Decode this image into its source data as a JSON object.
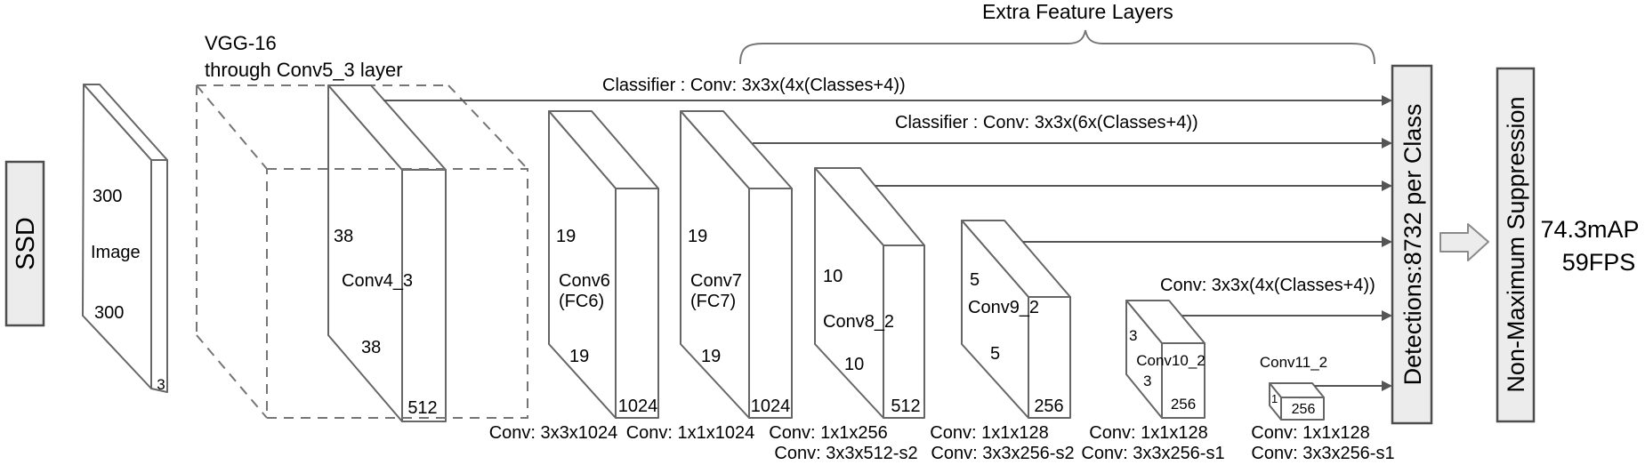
{
  "title": "SSD network architecture diagram",
  "colors": {
    "background": "#ffffff",
    "box_fill": "#ececec",
    "line": "#555555",
    "dashed_line": "#757575",
    "text": "#000000"
  },
  "branding": {
    "ssd_label": "SSD"
  },
  "backbone": {
    "vgg_title_line1": "VGG-16",
    "vgg_title_line2": "through Conv5_3 layer"
  },
  "header": {
    "extra_feature_layers": "Extra Feature Layers",
    "classifier_4x": "Classifier : Conv: 3x3x(4x(Classes+4))",
    "classifier_6x": "Classifier : Conv: 3x3x(6x(Classes+4))",
    "conv_4x": "Conv: 3x3x(4x(Classes+4))"
  },
  "image_layer": {
    "dim_top": "300",
    "name": "Image",
    "dim_bottom": "300",
    "depth": "3"
  },
  "layers": [
    {
      "name": "Conv4_3",
      "h": "38",
      "w": "38",
      "d": "512"
    },
    {
      "name": "Conv6",
      "sub": "(FC6)",
      "h": "19",
      "w": "19",
      "d": "1024",
      "op1": "Conv: 3x3x1024"
    },
    {
      "name": "Conv7",
      "sub": "(FC7)",
      "h": "19",
      "w": "19",
      "d": "1024",
      "op1": "Conv: 1x1x1024"
    },
    {
      "name": "Conv8_2",
      "h": "10",
      "w": "10",
      "d": "512",
      "op1": "Conv: 1x1x256",
      "op2": "Conv: 3x3x512-s2"
    },
    {
      "name": "Conv9_2",
      "h": "5",
      "w": "5",
      "d": "256",
      "op1": "Conv: 1x1x128",
      "op2": "Conv: 3x3x256-s2"
    },
    {
      "name": "Conv10_2",
      "h": "3",
      "w": "3",
      "d": "256",
      "op1": "Conv: 1x1x128",
      "op2": "Conv: 3x3x256-s1"
    },
    {
      "name": "Conv11_2",
      "h": "1",
      "d": "256",
      "op1": "Conv: 1x1x128",
      "op2": "Conv: 3x3x256-s1"
    }
  ],
  "outputs": {
    "detections": "Detections:8732  per Class",
    "nms": "Non-Maximum Suppression",
    "map_value": "74.3mAP",
    "fps_value": "59FPS"
  }
}
